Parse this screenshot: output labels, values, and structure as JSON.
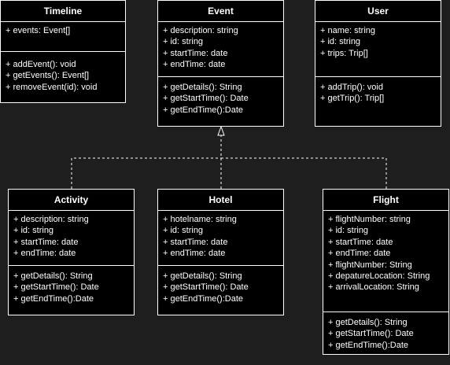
{
  "diagram": {
    "classes": {
      "timeline": {
        "name": "Timeline",
        "attributes": [
          "+ events: Event[]"
        ],
        "methods": [
          "+ addEvent(): void",
          "+ getEvents(): Event[]",
          "+ removeEvent(id): void"
        ]
      },
      "event": {
        "name": "Event",
        "attributes": [
          "+ description: string",
          "+ id: string",
          "+ startTime: date",
          "+ endTime: date"
        ],
        "methods": [
          "+ getDetails(): String",
          "+ getStartTime(): Date",
          "+ getEndTime():Date"
        ]
      },
      "user": {
        "name": "User",
        "attributes": [
          "+ name: string",
          "+ id: string",
          "+ trips: Trip[]"
        ],
        "methods": [
          "+ addTrip(): void",
          "+ getTrip(): Trip[]"
        ]
      },
      "activity": {
        "name": "Activity",
        "attributes": [
          "+ description: string",
          "+ id: string",
          "+ startTime: date",
          "+ endTime: date"
        ],
        "methods": [
          "+ getDetails(): String",
          "+ getStartTime(): Date",
          "+ getEndTime():Date"
        ]
      },
      "hotel": {
        "name": "Hotel",
        "attributes": [
          "+ hotelname: string",
          "+ id: string",
          "+ startTime: date",
          "+ endTime: date"
        ],
        "methods": [
          "+ getDetails(): String",
          "+ getStartTime(): Date",
          "+ getEndTime():Date"
        ]
      },
      "flight": {
        "name": "Flight",
        "attributes": [
          "+ flightNumber: string",
          "+ id: string",
          "+ startTime: date",
          "+ endTime: date",
          "+ flightNumber: String",
          "+ depatureLocation: String",
          "+ arrivalLocation: String"
        ],
        "methods": [
          "+ getDetails(): String",
          "+ getStartTime(): Date",
          "+ getEndTime():Date"
        ]
      }
    },
    "relations": [
      {
        "from": "activity",
        "to": "event",
        "type": "realization"
      },
      {
        "from": "hotel",
        "to": "event",
        "type": "realization"
      },
      {
        "from": "flight",
        "to": "event",
        "type": "realization"
      }
    ],
    "colors": {
      "background": "#1e1e1e",
      "box": "#000000",
      "line": "#ffffff",
      "text": "#ffffff"
    }
  }
}
